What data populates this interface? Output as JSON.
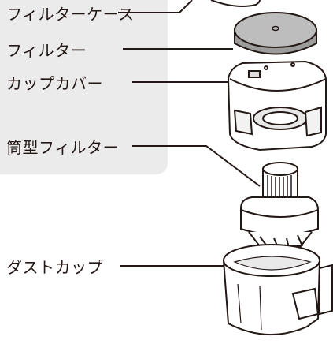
{
  "labels": {
    "filter_case": "フィルターケース",
    "filter": "フィルター",
    "cup_cover": "カップカバー",
    "cylinder_filter": "筒型フィルター",
    "dust_cup": "ダストカップ"
  }
}
